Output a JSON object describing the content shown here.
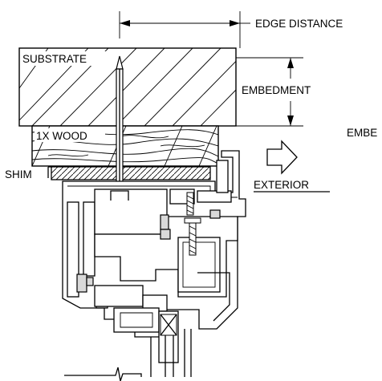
{
  "labels": {
    "edge_distance": "EDGE DISTANCE",
    "substrate": "SUBSTRATE",
    "embedment": "EMBEDMENT",
    "embedment_cut": "EMBE",
    "wood": "1X WOOD",
    "shim": "SHIM",
    "exterior": "EXTERIOR"
  },
  "icons": {
    "direction": "arrow-right-outline-icon"
  }
}
